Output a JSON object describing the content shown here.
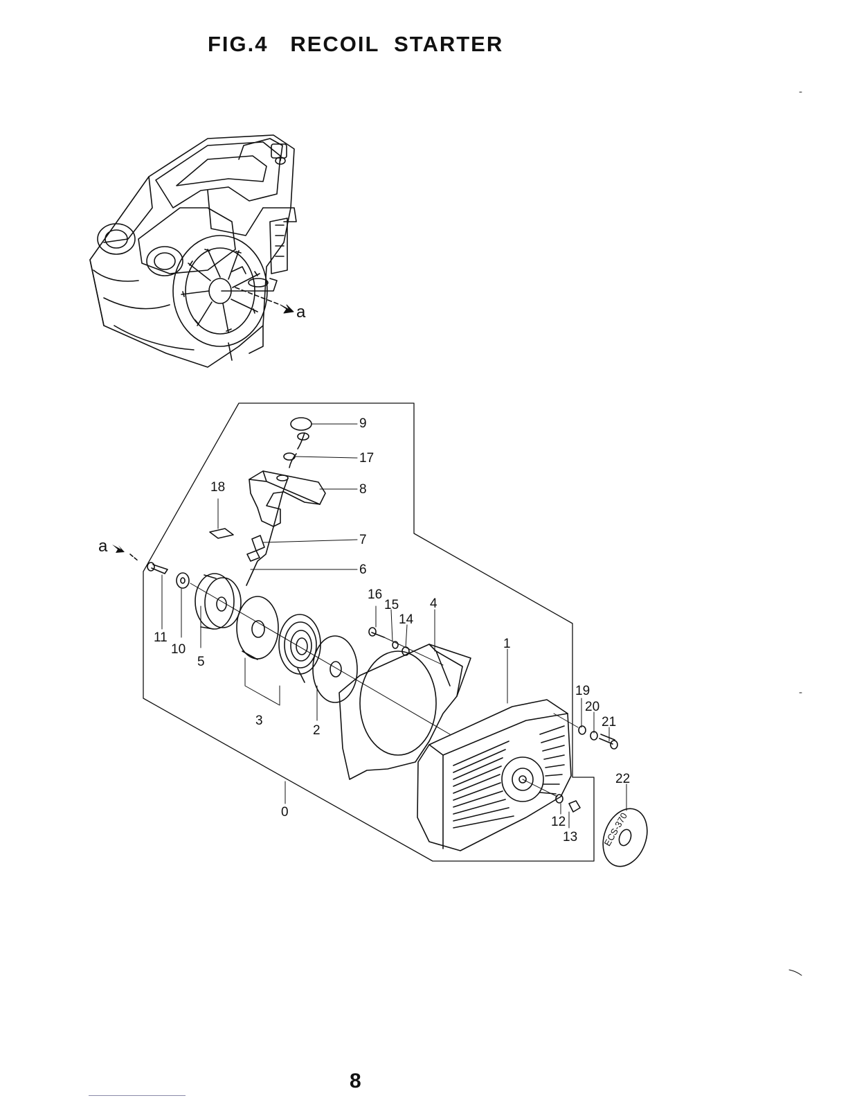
{
  "page": {
    "title": "FIG.4   RECOIL  STARTER",
    "page_number": "8"
  },
  "markers": {
    "upper": "a",
    "lower": "a"
  },
  "callouts": {
    "c0": "0",
    "c1": "1",
    "c2": "2",
    "c3": "3",
    "c4": "4",
    "c5": "5",
    "c6": "6",
    "c7": "7",
    "c8": "8",
    "c9": "9",
    "c10": "10",
    "c11": "11",
    "c12": "12",
    "c13": "13",
    "c14": "14",
    "c15": "15",
    "c16": "16",
    "c17": "17",
    "c18": "18",
    "c19": "19",
    "c20": "20",
    "c21": "21",
    "c22": "22"
  },
  "decal_text": "ECS-370"
}
